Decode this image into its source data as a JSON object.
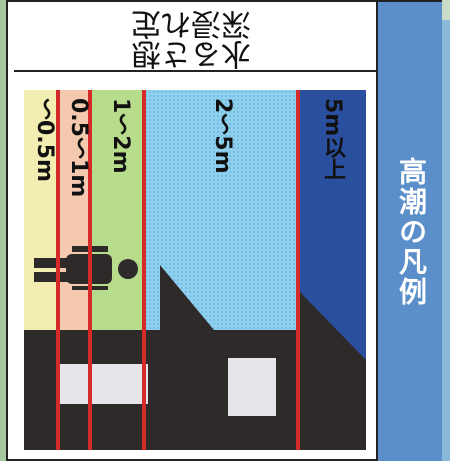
{
  "title": "高潮の凡例",
  "header": "想定される浸水深",
  "bands": [
    {
      "label": "5m以上",
      "color": "#2a4f9e",
      "text_color": "#111111"
    },
    {
      "label": "2〜5m",
      "color": "#8fd0ee",
      "text_color": "#111111"
    },
    {
      "label": "1〜2m",
      "color": "#b6dc8c",
      "text_color": "#111111"
    },
    {
      "label": "0.5〜1m",
      "color": "#f5c9b0",
      "text_color": "#111111"
    },
    {
      "label": "〜0.5m",
      "color": "#f2edb0",
      "text_color": "#111111"
    }
  ],
  "colors": {
    "title_bg": "#5b8fc9",
    "lines": "#d42a2a",
    "building": "#2d2a29",
    "window": "#e5e5ea"
  },
  "icons": [
    "person-icon",
    "house-icon"
  ]
}
